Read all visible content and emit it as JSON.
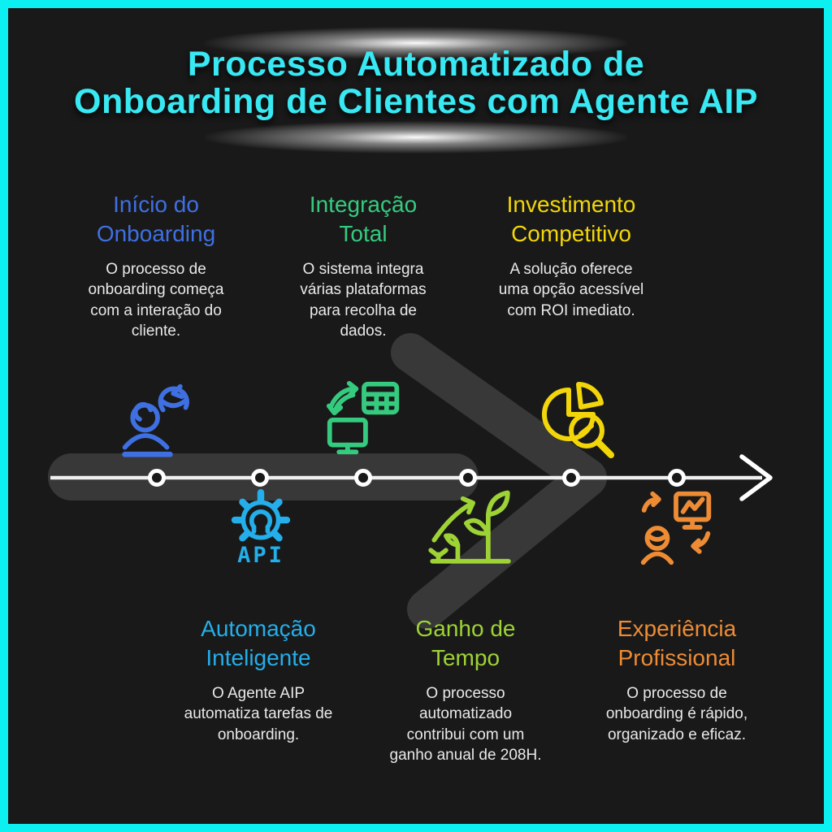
{
  "frame": {
    "border_color": "#0cf0f2",
    "background_color": "#191919"
  },
  "title": {
    "line1": "Processo Automatizado de",
    "line2": "Onboarding de Clientes com Agente AIP",
    "color": "#38e8f2"
  },
  "timeline": {
    "style": "horizontal-arrow-left-to-right",
    "line_color": "#f2f2f2",
    "big_arrow_color": "#383838",
    "node_count": 6
  },
  "milestones": [
    {
      "name": "inicio-do-onboarding",
      "placement": "top",
      "accent": "#3f70e2",
      "icon": "person-sync-icon",
      "heading": "Início do Onboarding",
      "body": "O processo de onboarding começa com a interação do cliente."
    },
    {
      "name": "automacao-inteligente",
      "placement": "bottom",
      "accent": "#24aeea",
      "icon": "gear-api-icon",
      "icon_label": "API",
      "heading": "Automação Inteligente",
      "body": "O Agente AIP automatiza tarefas de onboarding."
    },
    {
      "name": "integracao-total",
      "placement": "top",
      "accent": "#35cb7f",
      "icon": "monitor-table-sync-icon",
      "heading": "Integração Total",
      "body": "O sistema integra várias plataformas para recolha de dados."
    },
    {
      "name": "ganho-de-tempo",
      "placement": "bottom",
      "accent": "#9ed335",
      "icon": "growth-plant-icon",
      "heading": "Ganho de Tempo",
      "body": "O processo automatizado contribui com um ganho anual de 208H."
    },
    {
      "name": "investimento-competitivo",
      "placement": "top",
      "accent": "#f2d60a",
      "icon": "pie-chart-magnifier-icon",
      "heading": "Investimento Competitivo",
      "body": "A solução oferece uma opção acessível com ROI imediato."
    },
    {
      "name": "experiencia-profissional",
      "placement": "bottom",
      "accent": "#ee8c35",
      "icon": "person-screen-sync-icon",
      "heading": "Experiência Profissional",
      "body": "O processo de onboarding é rápido, organizado e eficaz."
    }
  ]
}
